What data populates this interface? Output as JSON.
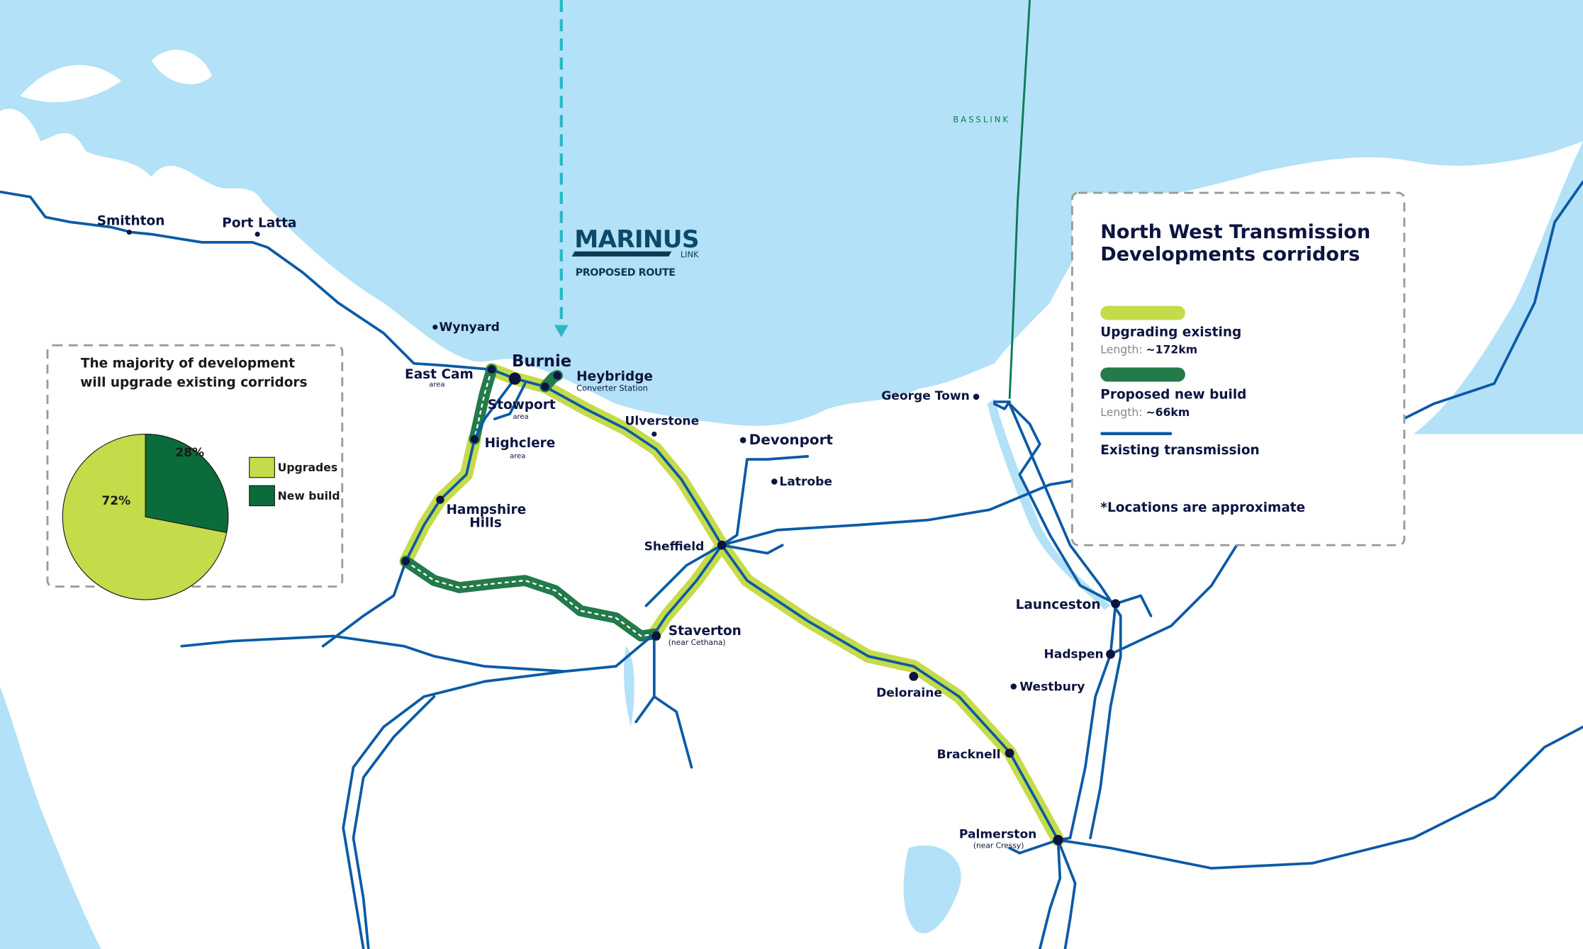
{
  "map": {
    "colors": {
      "sea": "#b3e1f7",
      "land": "#ffffff",
      "existing_transmission": "#0b5aa6",
      "upgrading": "#c5db4a",
      "new_build": "#237a4b",
      "marinus": "#2ab8c8",
      "basslink": "#0a7a55",
      "label": "#0d1440"
    },
    "marinus": {
      "logo": "MARINUS",
      "logo_sub": "LINK",
      "caption": "PROPOSED ROUTE"
    },
    "basslink": {
      "label": "BASSLINK"
    },
    "places": {
      "smithton": "Smithton",
      "port_latta": "Port Latta",
      "wynyard": "Wynyard",
      "burnie": "Burnie",
      "east_cam": "East Cam",
      "east_cam_sub": "area",
      "heybridge": "Heybridge",
      "heybridge_sub": "Converter Station",
      "stowport": "Stowport",
      "stowport_sub": "area",
      "highclere": "Highclere",
      "highclere_sub": "area",
      "ulverstone": "Ulverstone",
      "devonport": "Devonport",
      "latrobe": "Latrobe",
      "george_town": "George Town",
      "hampshire_1": "Hampshire",
      "hampshire_2": "Hills",
      "sheffield": "Sheffield",
      "staverton": "Staverton",
      "staverton_sub": "(near Cethana)",
      "launceston": "Launceston",
      "hadspen": "Hadspen",
      "westbury": "Westbury",
      "deloraine": "Deloraine",
      "bracknell": "Bracknell",
      "palmerston": "Palmerston",
      "palmerston_sub": "(near Cressy)"
    }
  },
  "legend": {
    "title_line1": "North West Transmission",
    "title_line2": "Developments corridors",
    "items": [
      {
        "label": "Upgrading existing",
        "length_prefix": "Length: ",
        "length_value": "~172km",
        "color": "#c5db4a"
      },
      {
        "label": "Proposed new build",
        "length_prefix": "Length: ",
        "length_value": "~66km",
        "color": "#237a4b"
      },
      {
        "label": "Existing transmission",
        "color": "#0b5aa6"
      }
    ],
    "note": "*Locations are approximate"
  },
  "chart_data": {
    "type": "pie",
    "title": "The majority of development will upgrade existing corridors",
    "title_line1": "The majority of development",
    "title_line2": "will upgrade existing corridors",
    "categories": [
      "Upgrades",
      "New build"
    ],
    "values": [
      72,
      28
    ],
    "labels": [
      "72%",
      "28%"
    ],
    "colors": [
      "#c5db4a",
      "#0b6b3a"
    ],
    "legend_position": "right"
  }
}
